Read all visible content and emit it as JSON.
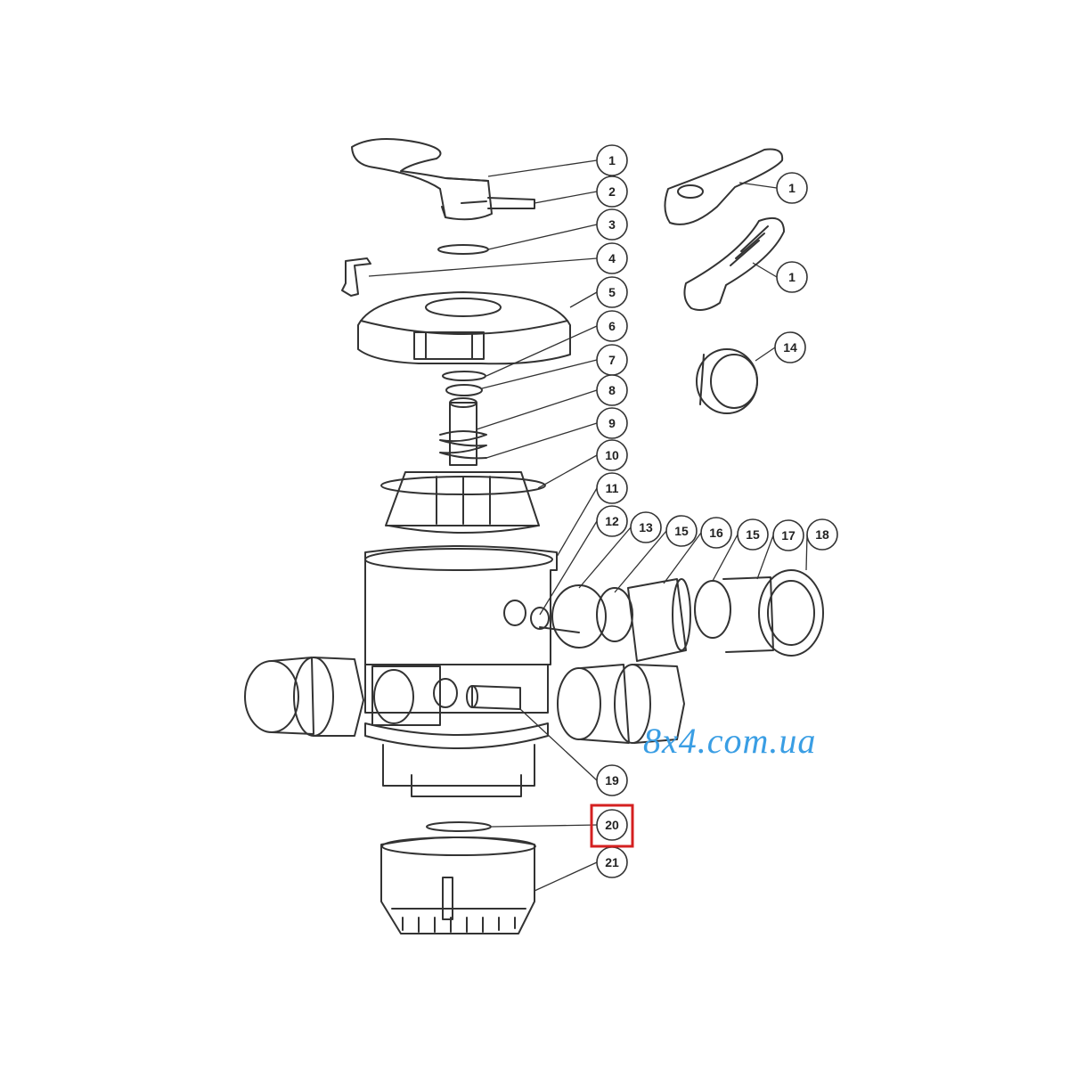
{
  "diagram": {
    "callouts": [
      {
        "id": "c1a",
        "label": "1"
      },
      {
        "id": "c2",
        "label": "2"
      },
      {
        "id": "c3",
        "label": "3"
      },
      {
        "id": "c4",
        "label": "4"
      },
      {
        "id": "c5",
        "label": "5"
      },
      {
        "id": "c6",
        "label": "6"
      },
      {
        "id": "c7",
        "label": "7"
      },
      {
        "id": "c8",
        "label": "8"
      },
      {
        "id": "c9",
        "label": "9"
      },
      {
        "id": "c10",
        "label": "10"
      },
      {
        "id": "c11",
        "label": "11"
      },
      {
        "id": "c12",
        "label": "12"
      },
      {
        "id": "c13",
        "label": "13"
      },
      {
        "id": "c15a",
        "label": "15"
      },
      {
        "id": "c16",
        "label": "16"
      },
      {
        "id": "c15b",
        "label": "15"
      },
      {
        "id": "c17",
        "label": "17"
      },
      {
        "id": "c18",
        "label": "18"
      },
      {
        "id": "c19",
        "label": "19"
      },
      {
        "id": "c20",
        "label": "20"
      },
      {
        "id": "c21",
        "label": "21"
      },
      {
        "id": "c1b",
        "label": "1"
      },
      {
        "id": "c1c",
        "label": "1"
      },
      {
        "id": "c14",
        "label": "14"
      }
    ],
    "highlighted_label": "20",
    "highlight_color": "#d42020",
    "line_color": "#333333"
  },
  "watermark": {
    "text": "8x4.com.ua",
    "color": "#3a9ee4"
  }
}
